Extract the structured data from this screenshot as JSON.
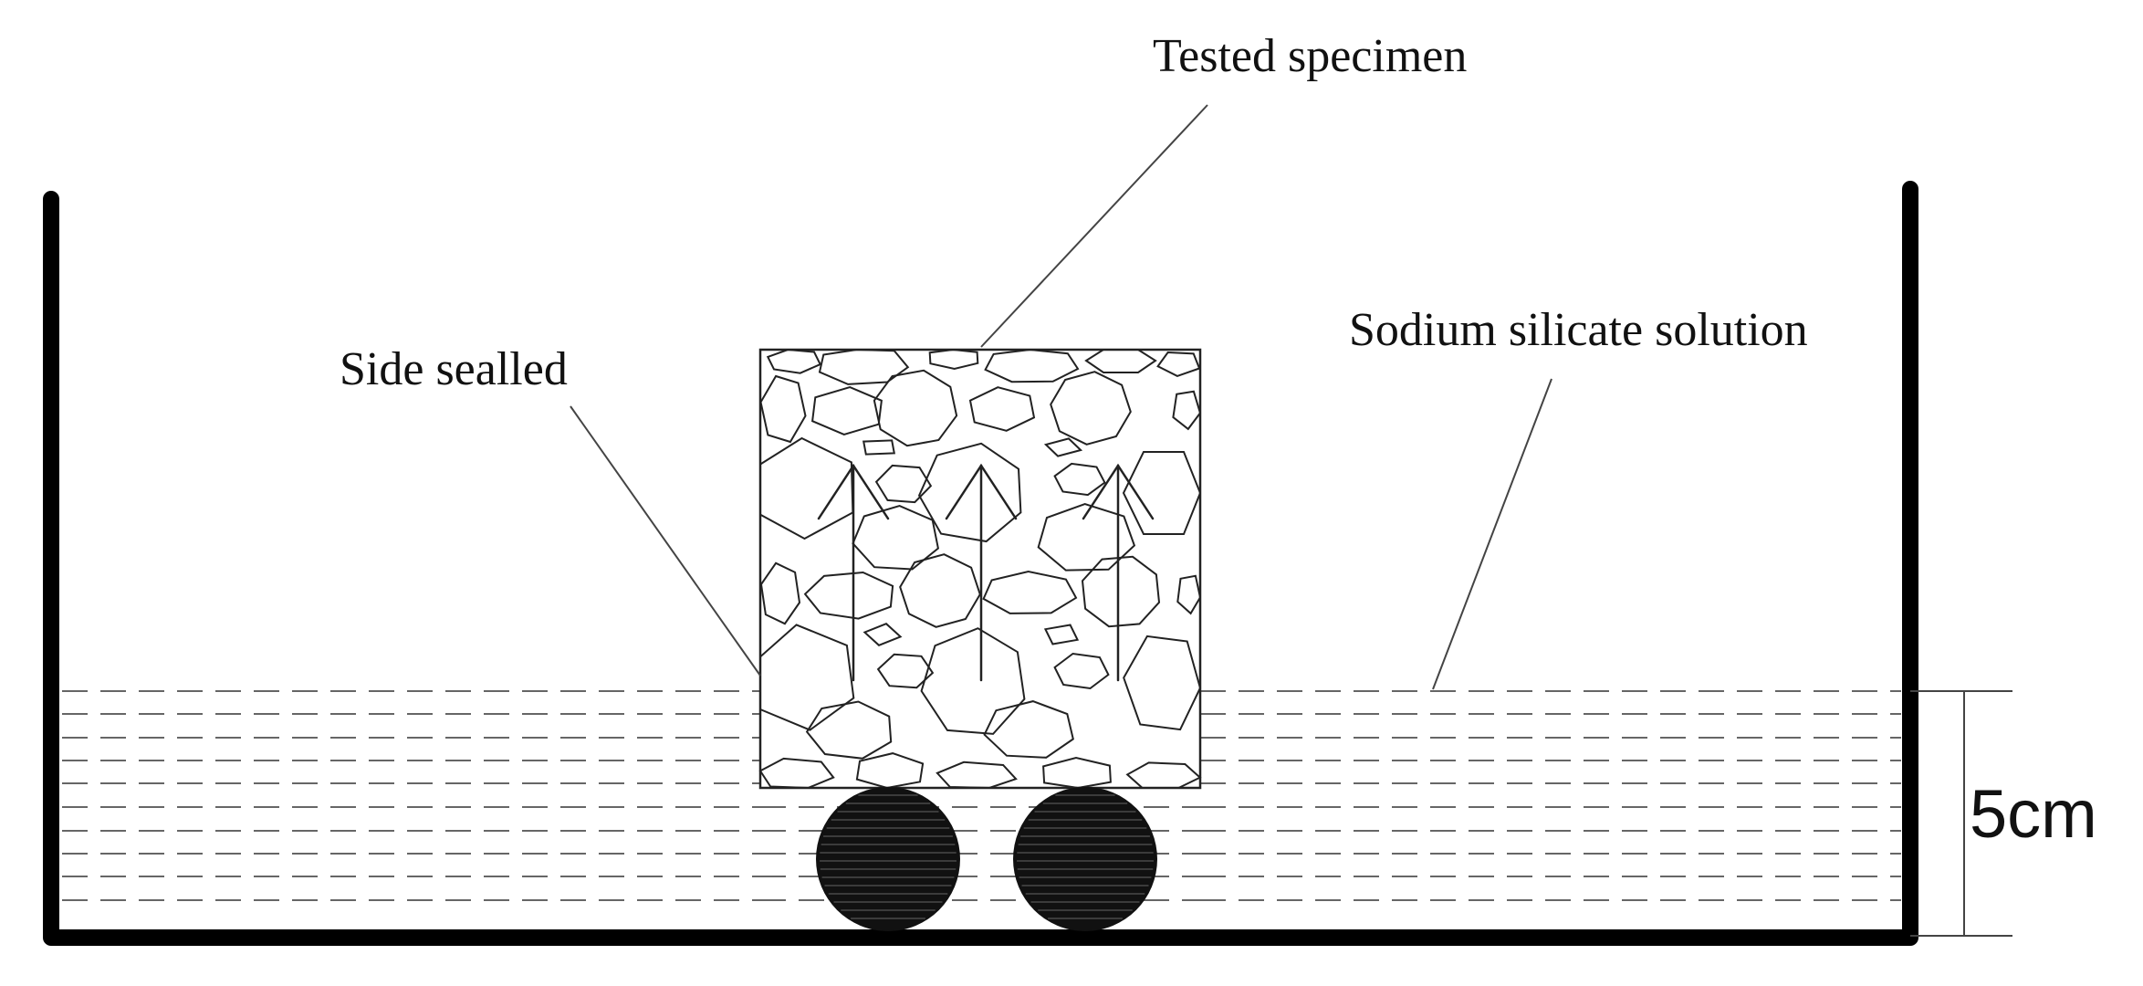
{
  "labels": {
    "tested_specimen": "Tested specimen",
    "side_sealed": "Side sealled",
    "solution": "Sodium silicate solution",
    "depth": "5cm"
  },
  "colors": {
    "ink": "#000000",
    "line": "#333333",
    "dash": "#555555",
    "background": "#ffffff"
  },
  "icons": {
    "support": "filled-circle-roller",
    "arrow": "upward-arrow"
  }
}
